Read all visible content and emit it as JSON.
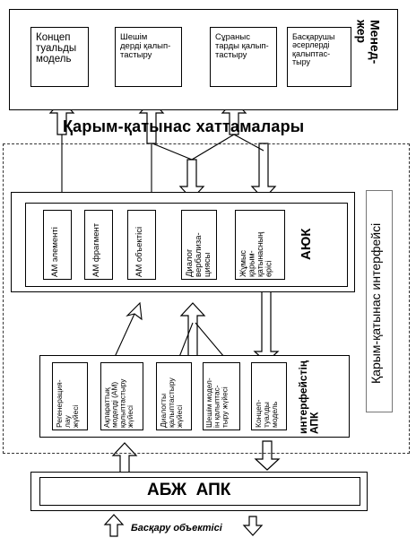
{
  "manager": {
    "label": "Менед-\nжер",
    "boxes": [
      "Концеп\nтуальды\nмодель",
      "Шешім\nдерді қалып-\nтастыру",
      "Сұраныс\nтарды қалып-\nтастыру",
      "Басқарушы\nәсерлерді\nқалыптас-\nтыру"
    ]
  },
  "protocols": {
    "title": "Қарым-қатынас хаттамалары"
  },
  "interface": {
    "label": "Қарым-қатынас интерфейсі"
  },
  "ayuk": {
    "label": "АЮК",
    "boxes": [
      "АМ элементі",
      "АМ фрагмент",
      "АМ объектісі",
      "Диалог\nвербализа-\nциясы",
      "Жұмыс\nқарым-\nқатынасның\nөрісі"
    ]
  },
  "apk": {
    "label": "интерфейстің\nАПК",
    "boxes": [
      "Регенерация-\nлау\nжүйесі",
      "Ақпараттық\nмоделді (АМ)\nқалыптастыру\nжүйесі",
      "Диалогты\nқалыптастыру\nжүйесі",
      "Шешім модел-\nін қалыптас-\nтыру жүйесі",
      "Концеп-\nтуалды\nмодель"
    ]
  },
  "abzh": {
    "label": "АБЖ  АПК"
  },
  "control_object": {
    "label": "Басқару объектісі"
  }
}
